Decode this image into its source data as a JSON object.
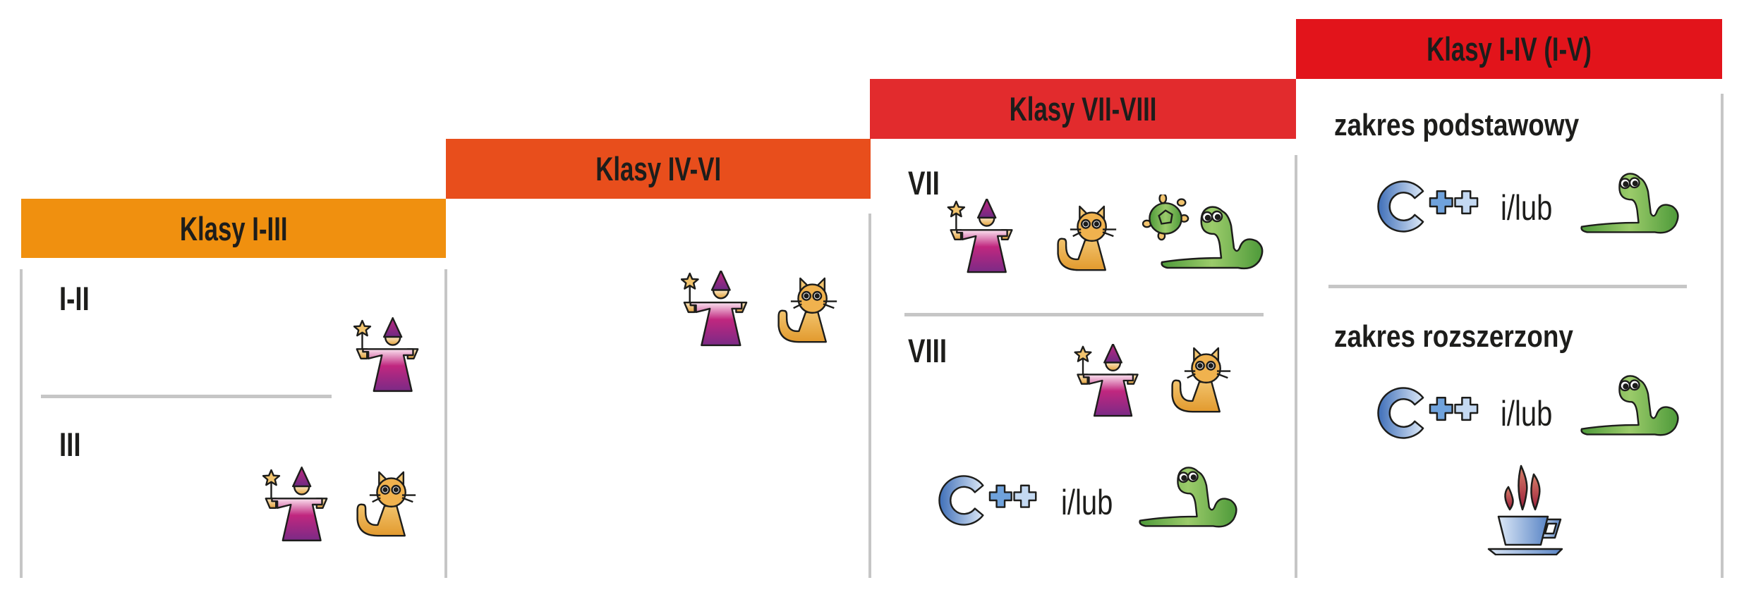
{
  "colors": {
    "col1": "#F0900F",
    "col2": "#E84E1C",
    "col3": "#E22B2D",
    "col4": "#E2141B",
    "divider": "#C6C6C6"
  },
  "columns": [
    {
      "title": "Klasy I-III",
      "rows": [
        {
          "label": "I-II",
          "icons": [
            "wizard-icon"
          ]
        },
        {
          "label": "III",
          "icons": [
            "wizard-icon",
            "cat-icon"
          ]
        }
      ]
    },
    {
      "title": "Klasy IV-VI",
      "icons": [
        "wizard-icon",
        "cat-icon"
      ]
    },
    {
      "title": "Klasy VII-VIII",
      "rows": [
        {
          "label": "VII",
          "icons": [
            "wizard-icon",
            "cat-icon",
            "turtle-icon",
            "snake-icon"
          ]
        },
        {
          "label": "VIII",
          "icons": [
            "wizard-icon",
            "cat-icon",
            "cpp-icon",
            "snake-icon"
          ],
          "connector": "i/lub"
        }
      ]
    },
    {
      "title": "Klasy I-IV (I-V)",
      "rows": [
        {
          "label": "zakres podstawowy",
          "icons": [
            "cpp-icon",
            "snake-icon"
          ],
          "connector": "i/lub"
        },
        {
          "label": "zakres rozszerzony",
          "icons": [
            "cpp-icon",
            "snake-icon",
            "coffee-icon"
          ],
          "connector": "i/lub"
        }
      ]
    }
  ]
}
